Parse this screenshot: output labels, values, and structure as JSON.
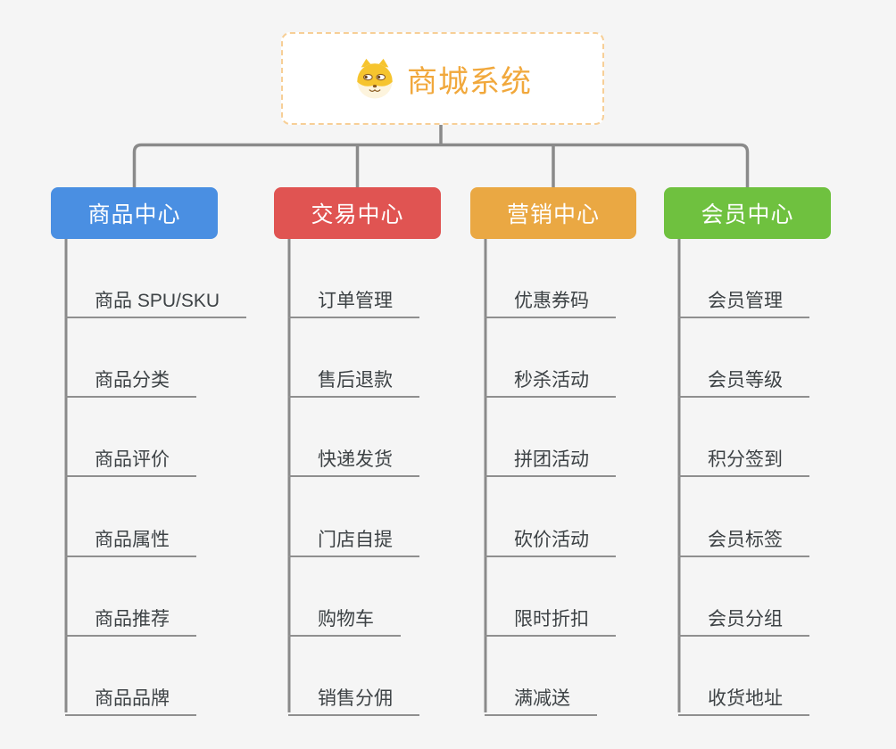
{
  "root": {
    "title": "商城系统",
    "icon": "dog-face-icon",
    "title_color": "#f1a83c",
    "border_color": "#f7cf97"
  },
  "branches": [
    {
      "label": "商品中心",
      "color": "#4a8fe2",
      "children": [
        "商品 SPU/SKU",
        "商品分类",
        "商品评价",
        "商品属性",
        "商品推荐",
        "商品品牌"
      ]
    },
    {
      "label": "交易中心",
      "color": "#e05452",
      "children": [
        "订单管理",
        "售后退款",
        "快递发货",
        "门店自提",
        "购物车",
        "销售分佣"
      ]
    },
    {
      "label": "营销中心",
      "color": "#eaa843",
      "children": [
        "优惠券码",
        "秒杀活动",
        "拼团活动",
        "砍价活动",
        "限时折扣",
        "满减送"
      ]
    },
    {
      "label": "会员中心",
      "color": "#6fc13f",
      "children": [
        "会员管理",
        "会员等级",
        "积分签到",
        "会员标签",
        "会员分组",
        "收货地址"
      ]
    }
  ],
  "colors": {
    "connector": "#8a8a8a",
    "leaf_underline": "#8f8f8f",
    "leaf_text": "#3d4245",
    "background": "#f5f5f5"
  }
}
